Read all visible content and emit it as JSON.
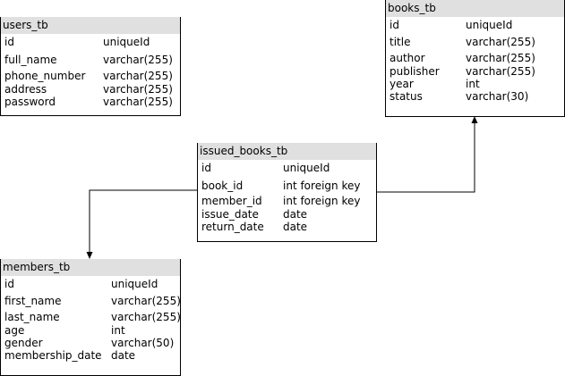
{
  "colors": {
    "header_bg": "#e0e0e0",
    "border": "#000000",
    "text": "#000000",
    "background": "#ffffff"
  },
  "tables": {
    "users": {
      "title": "users_tb",
      "fields": [
        {
          "name": "id",
          "type": "uniqueId"
        },
        {
          "name": "full_name",
          "type": "varchar(255)"
        },
        {
          "name": "phone_number",
          "type": "varchar(255)"
        },
        {
          "name": "address",
          "type": "varchar(255)"
        },
        {
          "name": "password",
          "type": "varchar(255)"
        }
      ]
    },
    "books": {
      "title": "books_tb",
      "fields": [
        {
          "name": "id",
          "type": "uniqueId"
        },
        {
          "name": "title",
          "type": "varchar(255)"
        },
        {
          "name": "author",
          "type": "varchar(255)"
        },
        {
          "name": "publisher",
          "type": "varchar(255)"
        },
        {
          "name": "year",
          "type": "int"
        },
        {
          "name": "status",
          "type": "varchar(30)"
        }
      ]
    },
    "issued_books": {
      "title": "issued_books_tb",
      "fields": [
        {
          "name": "id",
          "type": "uniqueId"
        },
        {
          "name": "book_id",
          "type": "int  foreign key"
        },
        {
          "name": "member_id",
          "type": "int  foreign key"
        },
        {
          "name": "issue_date",
          "type": "date"
        },
        {
          "name": "return_date",
          "type": "date"
        }
      ]
    },
    "members": {
      "title": "members_tb",
      "fields": [
        {
          "name": "id",
          "type": "uniqueId"
        },
        {
          "name": "first_name",
          "type": "varchar(255)"
        },
        {
          "name": "last_name",
          "type": "varchar(255)"
        },
        {
          "name": "age",
          "type": "int"
        },
        {
          "name": "gender",
          "type": "varchar(50)"
        },
        {
          "name": "membership_date",
          "type": "date"
        }
      ]
    }
  }
}
